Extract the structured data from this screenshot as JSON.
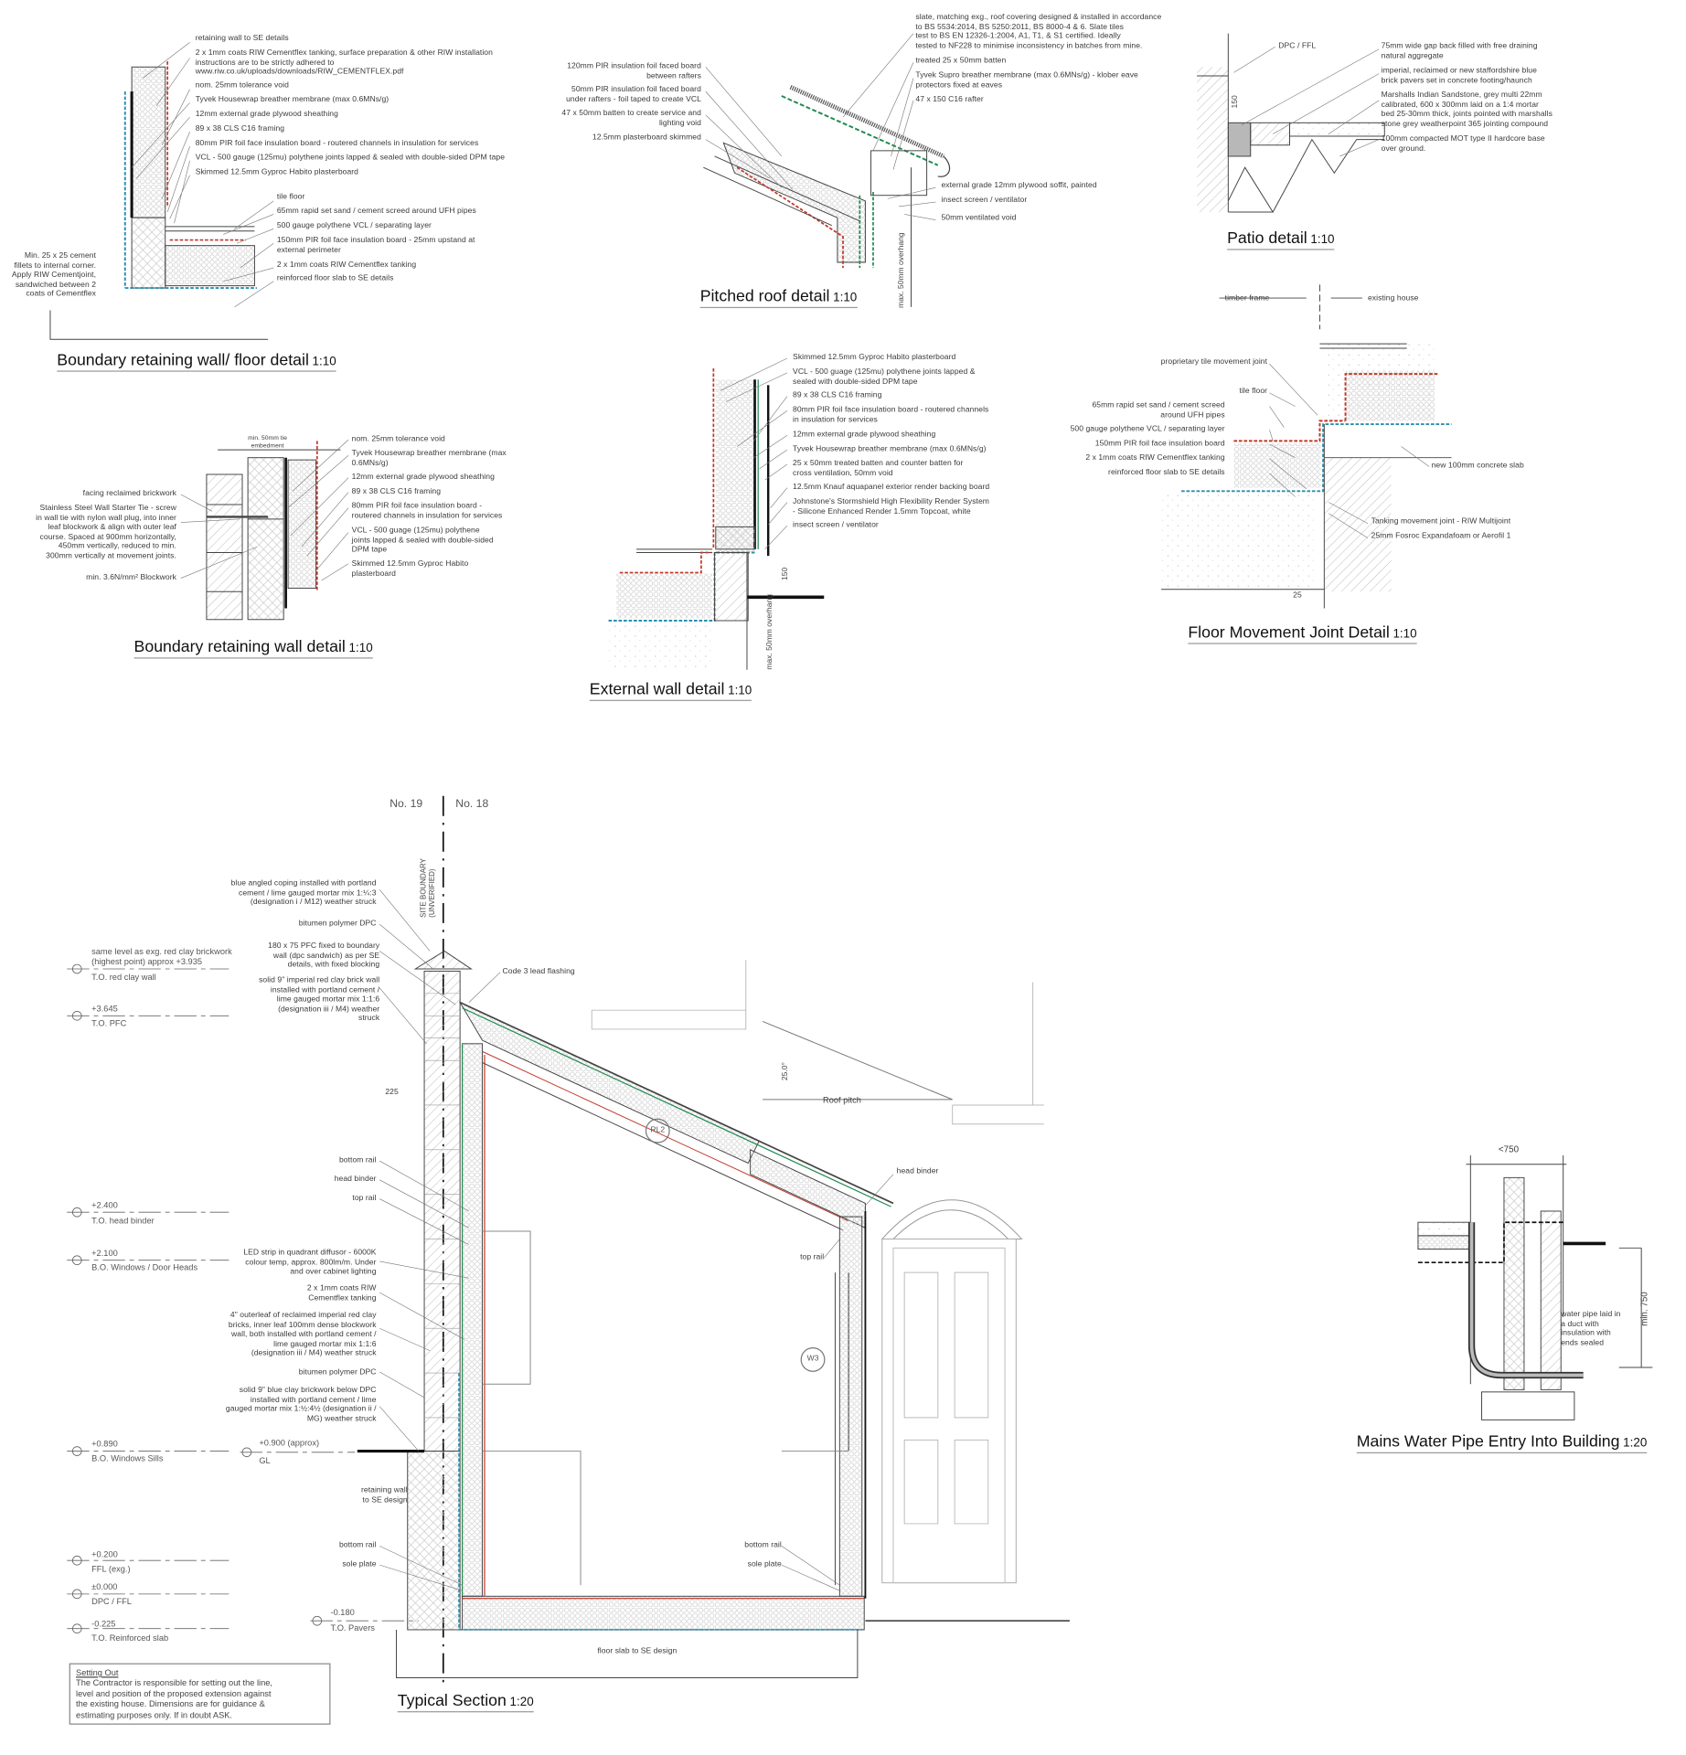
{
  "colors": {
    "vcl_red": "#c0392b",
    "tanking_blue": "#2a8fb0",
    "membrane_green": "#1e8a4f",
    "line": "#444444"
  },
  "floor_detail": {
    "title": "Boundary retaining wall/ floor detail",
    "scale": "1:10",
    "labels": [
      "retaining wall to SE details",
      "2 x 1mm coats RIW Cementflex tanking, surface preparation & other RIW installation\ninstructions are to be strictly adhered to\nwww.riw.co.uk/uploads/downloads/RIW_CEMENTFLEX.pdf",
      "nom.  25mm tolerance void",
      "Tyvek Housewrap breather membrane (max  0.6MNs/g)",
      "12mm external grade plywood sheathing",
      "89 x 38 CLS C16 framing",
      "80mm PIR foil face insulation board - routered channels in insulation for services",
      "VCL - 500 gauge (125mu) polythene joints lapped & sealed with double-sided DPM tape",
      "Skimmed 12.5mm Gyproc Habito plasterboard",
      "tile floor",
      "65mm rapid set sand / cement screed around UFH pipes",
      "500 gauge polythene VCL / separating layer",
      "150mm PIR foil face insulation board - 25mm upstand at\nexternal perimeter",
      "2 x 1mm coats RIW Cementflex tanking",
      "reinforced floor slab to SE details"
    ],
    "fillet_note": "Min. 25 x 25 cement\nfillets to internal corner.\nApply RIW Cementjoint,\nsandwiched between 2\ncoats of Cementflex"
  },
  "roof_detail": {
    "title": "Pitched roof detail",
    "scale": "1:10",
    "labels_right": [
      "slate, matching exg., roof covering designed & installed in accordance\nto BS 5534:2014, BS 5250:2011, BS 8000-4 & 6.  Slate tiles\ntest to BS EN  12326-1:2004, A1, T1, & S1 certified. Ideally\ntested to NF228 to minimise inconsistency in batches from mine.",
      "treated 25 x 50mm batten",
      "Tyvek Supro breather membrane (max  0.6MNs/g) - klober eave\nprotectors fixed at eaves",
      "47 x 150 C16 rafter",
      "external grade 12mm plywood soffit, painted",
      "insect screen / ventilator",
      "50mm ventilated void"
    ],
    "labels_left": [
      "120mm PIR insulation foil faced board\nbetween rafters",
      "50mm PIR insulation foil faced board\nunder rafters - foil taped to create VCL",
      "47 x 50mm batten to create service and\nlighting void",
      "12.5mm plasterboard skimmed"
    ],
    "overhang": "max. 50mm overhang"
  },
  "patio_detail": {
    "title": "Patio detail",
    "scale": "1:10",
    "dpc": "DPC / FFL",
    "dim": "150",
    "labels": [
      "75mm wide gap back filled with free draining\nnatural aggregate",
      "imperial,  reclaimed or new staffordshire blue\nbrick pavers set in concrete footing/haunch",
      "Marshalls Indian Sandstone, grey multi 22mm\ncalibrated, 600 x 300mm laid on a 1:4 mortar\nbed 25-30mm thick, joints pointed with marshalls\nstone grey weatherpoint 365 jointing compound",
      "100mm compacted MOT type II hardcore base\nover ground."
    ]
  },
  "movement_joint_detail": {
    "title": "Floor Movement Joint Detail",
    "scale": "1:10",
    "timber_frame": "timber frame",
    "existing_house": "existing house",
    "labels_left": [
      "proprietary tile movement joint",
      "tile floor",
      "65mm rapid set sand / cement screed\naround UFH pipes",
      "500 gauge polythene VCL / separating layer",
      "150mm PIR foil face insulation board",
      "2 x 1mm coats RIW Cementflex tanking",
      "reinforced floor slab to SE details"
    ],
    "labels_right": [
      "new 100mm concrete slab",
      "Tanking movement joint - RIW Multijoint",
      "25mm Fosroc Expandafoam or Aerofil 1"
    ],
    "dim": "25"
  },
  "wall_detail": {
    "title": "Boundary retaining wall detail",
    "scale": "1:10",
    "tie": "min. 50mm tie\nembedment",
    "labels_right": [
      "nom. 25mm tolerance void",
      "Tyvek Housewrap breather membrane (max\n0.6MNs/g)",
      "12mm external grade plywood sheathing",
      "89 x 38 CLS C16 framing",
      "80mm PIR foil face insulation board -\nroutered channels in insulation for services",
      "VCL - 500 guage (125mu) polythene\njoints lapped & sealed with double-sided\nDPM tape",
      "Skimmed 12.5mm Gyproc Habito\nplasterboard"
    ],
    "labels_left": [
      "facing reclaimed brickwork",
      "Stainless Steel Wall Starter Tie - screw\nin wall tie with nylon wall plug, into inner\nleaf blockwork &  align with outer leaf\ncourse. Spaced at 900mm horizontally,\n450mm vertically, reduced to min.\n300mm vertically at movement joints.",
      "min. 3.6N/mm² Blockwork"
    ]
  },
  "external_wall_detail": {
    "title": "External wall detail",
    "scale": "1:10",
    "labels": [
      "Skimmed 12.5mm Gyproc Habito plasterboard",
      "VCL - 500 guage (125mu) polythene joints lapped &\nsealed with double-sided DPM tape",
      "89 x 38 CLS C16 framing",
      "80mm PIR foil face insulation board - routered channels\nin insulation for services",
      "12mm external grade plywood sheathing",
      "Tyvek Housewrap breather membrane (max  0.6MNs/g)",
      "25 x 50mm treated batten and counter batten for\ncross ventilation, 50mm void",
      "12.5mm Knauf aquapanel exterior render backing board",
      "Johnstone's Stormshield High Flexibility Render System\n-  Silicone Enhanced Render 1.5mm Topcoat, white",
      "insect screen / ventilator"
    ],
    "dim": "150",
    "overhang": "max. 50mm overhang"
  },
  "typical_section": {
    "title": "Typical Section",
    "scale": "1:20",
    "no19": "No. 19",
    "no18": "No. 18",
    "boundary": "SITE BOUNDARY\n(UNVERIFIED)",
    "levels": [
      {
        "value": "same level as exg. red clay brickwork\n(highest point) approx +3.935",
        "name": "T.O. red clay wall"
      },
      {
        "value": "+3.645",
        "name": "T.O. PFC"
      },
      {
        "value": "+2.400",
        "name": "T.O. head binder"
      },
      {
        "value": "+2.100",
        "name": "B.O. Windows / Door Heads"
      },
      {
        "value": "+0.890",
        "name": "B.O. Windows Sills"
      },
      {
        "value": "+0.900 (approx)",
        "name": "GL"
      },
      {
        "value": "+0.200",
        "name": "FFL (exg.)"
      },
      {
        "value": "±0.000",
        "name": "DPC / FFL"
      },
      {
        "value": "-0.225",
        "name": "T.O. Reinforced slab"
      },
      {
        "value": "-0.180",
        "name": "T.O. Pavers"
      }
    ],
    "labels": [
      "blue angled coping installed with portland\ncement / lime gauged mortar mix 1:¼:3\n(designation i / M12) weather struck",
      "bitumen polymer DPC",
      "180 x 75 PFC fixed to boundary\nwall (dpc sandwich) as per SE\ndetails, with fixed blocking",
      "solid 9\" imperial red clay brick wall\ninstalled with portland cement /\nlime gauged mortar mix 1:1:6\n(designation iii / M4) weather\nstruck",
      "225",
      "bottom rail",
      "head binder",
      "top rail",
      "LED strip in quadrant diffusor  - 6000K\ncolour temp, approx. 800lm/m. Under\nand over cabinet lighting",
      "2 x 1mm coats RIW\nCementflex tanking",
      "4\" outerleaf of reclaimed imperial red clay\nbricks, inner leaf 100mm dense blockwork\nwall, both installed with portland cement /\nlime gauged mortar mix 1:1:6\n(designation iii / M4) weather struck",
      "bitumen polymer DPC",
      "solid 9\" blue clay brickwork below DPC\ninstalled with portland cement / lime\ngauged mortar mix 1:½:4½  (designation ii /\nMG) weather struck",
      "retaining wall\nto SE design",
      "bottom rail",
      "sole plate",
      "Code 3 lead flashing",
      "Roof pitch",
      "25.0°",
      "head binder",
      "top rail",
      "bottom rail",
      "sole plate",
      "floor slab to SE design"
    ],
    "tags": [
      "RL2",
      "W3"
    ],
    "setting_out": {
      "heading": "Setting Out",
      "body": "The Contractor is responsible for setting out the line,\nlevel and position of the proposed extension against\nthe existing house. Dimensions are for guidance &\nestimating purposes only. If in doubt ASK."
    }
  },
  "water_pipe_detail": {
    "title": "Mains Water Pipe Entry Into Building",
    "scale": "1:20",
    "width_dim": "<750",
    "depth_dim": "min. 750",
    "note": "water pipe laid in\na duct with\ninsulation with\nends sealed"
  }
}
